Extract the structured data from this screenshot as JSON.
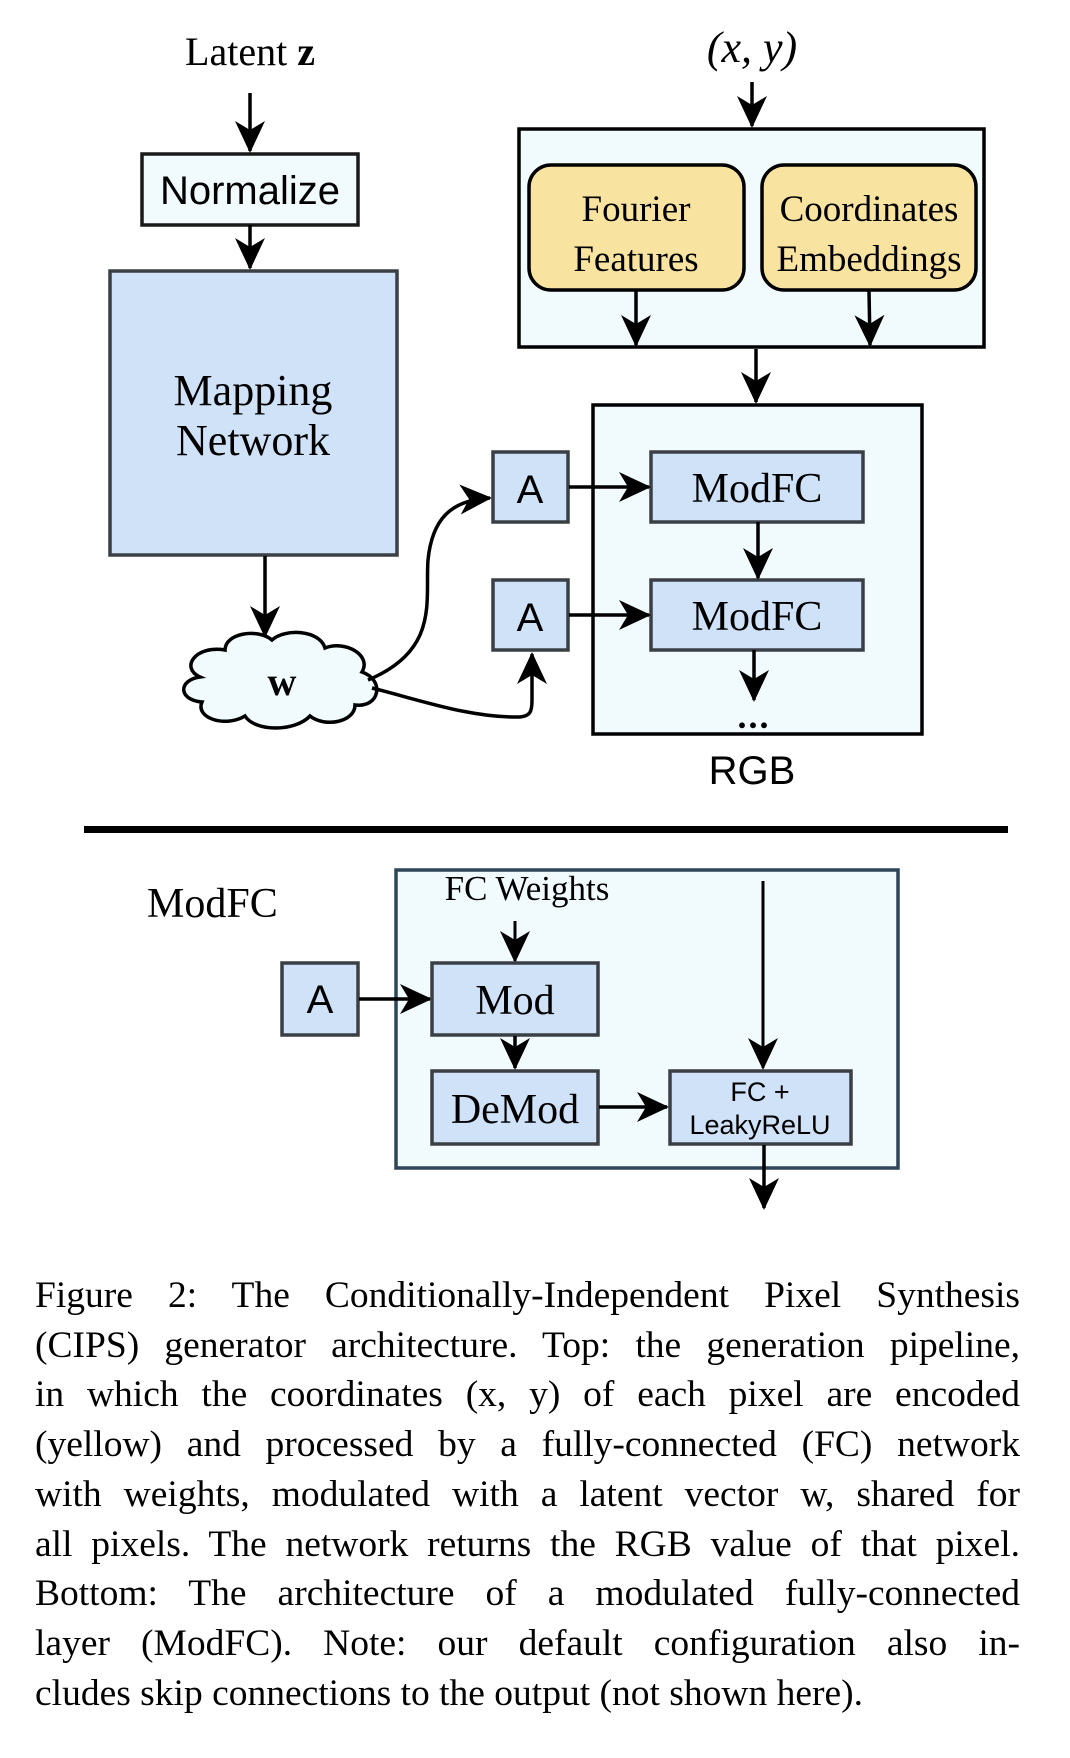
{
  "figure": {
    "top": {
      "latent_label": "Latent",
      "latent_symbol": "z",
      "coords_label": "(x, y)",
      "normalize": "Normalize",
      "mapping_network": [
        "Mapping",
        "Network"
      ],
      "w_symbol": "w",
      "fourier_features": [
        "Fourier",
        "Features"
      ],
      "coordinates_embeddings": [
        "Coordinates",
        "Embeddings"
      ],
      "a_blocks": [
        "A",
        "A"
      ],
      "modfc_blocks": [
        "ModFC",
        "ModFC"
      ],
      "ellipsis": "...",
      "output_label": "RGB"
    },
    "bottom": {
      "section_label": "ModFC",
      "fc_weights": "FC Weights",
      "a_block": "A",
      "mod": "Mod",
      "demod": "DeMod",
      "fc_leakyrelu": [
        "FC +",
        "LeakyReLU"
      ]
    },
    "colors": {
      "blue_block": "#cfe2f8",
      "container_fill": "#f1fafd",
      "yellow_block": "#f9e3a0",
      "block_border": "#3a3f45",
      "container_border_bottom": "#2f4558",
      "line": "#000000"
    }
  },
  "caption": {
    "lines": [
      "Figure 2:  The Conditionally-Independent Pixel Synthesis",
      "(CIPS) generator architecture. Top: the generation pipeline,",
      "in which the coordinates (x, y) of each pixel are encoded",
      "(yellow) and processed by a fully-connected (FC) network",
      "with weights, modulated with a latent vector w, shared for",
      "all pixels. The network returns the RGB value of that pixel.",
      "Bottom:  The architecture of a modulated fully-connected",
      "layer (ModFC). Note:  our default configuration also in-",
      "cludes skip connections to the output (not shown here)."
    ]
  }
}
